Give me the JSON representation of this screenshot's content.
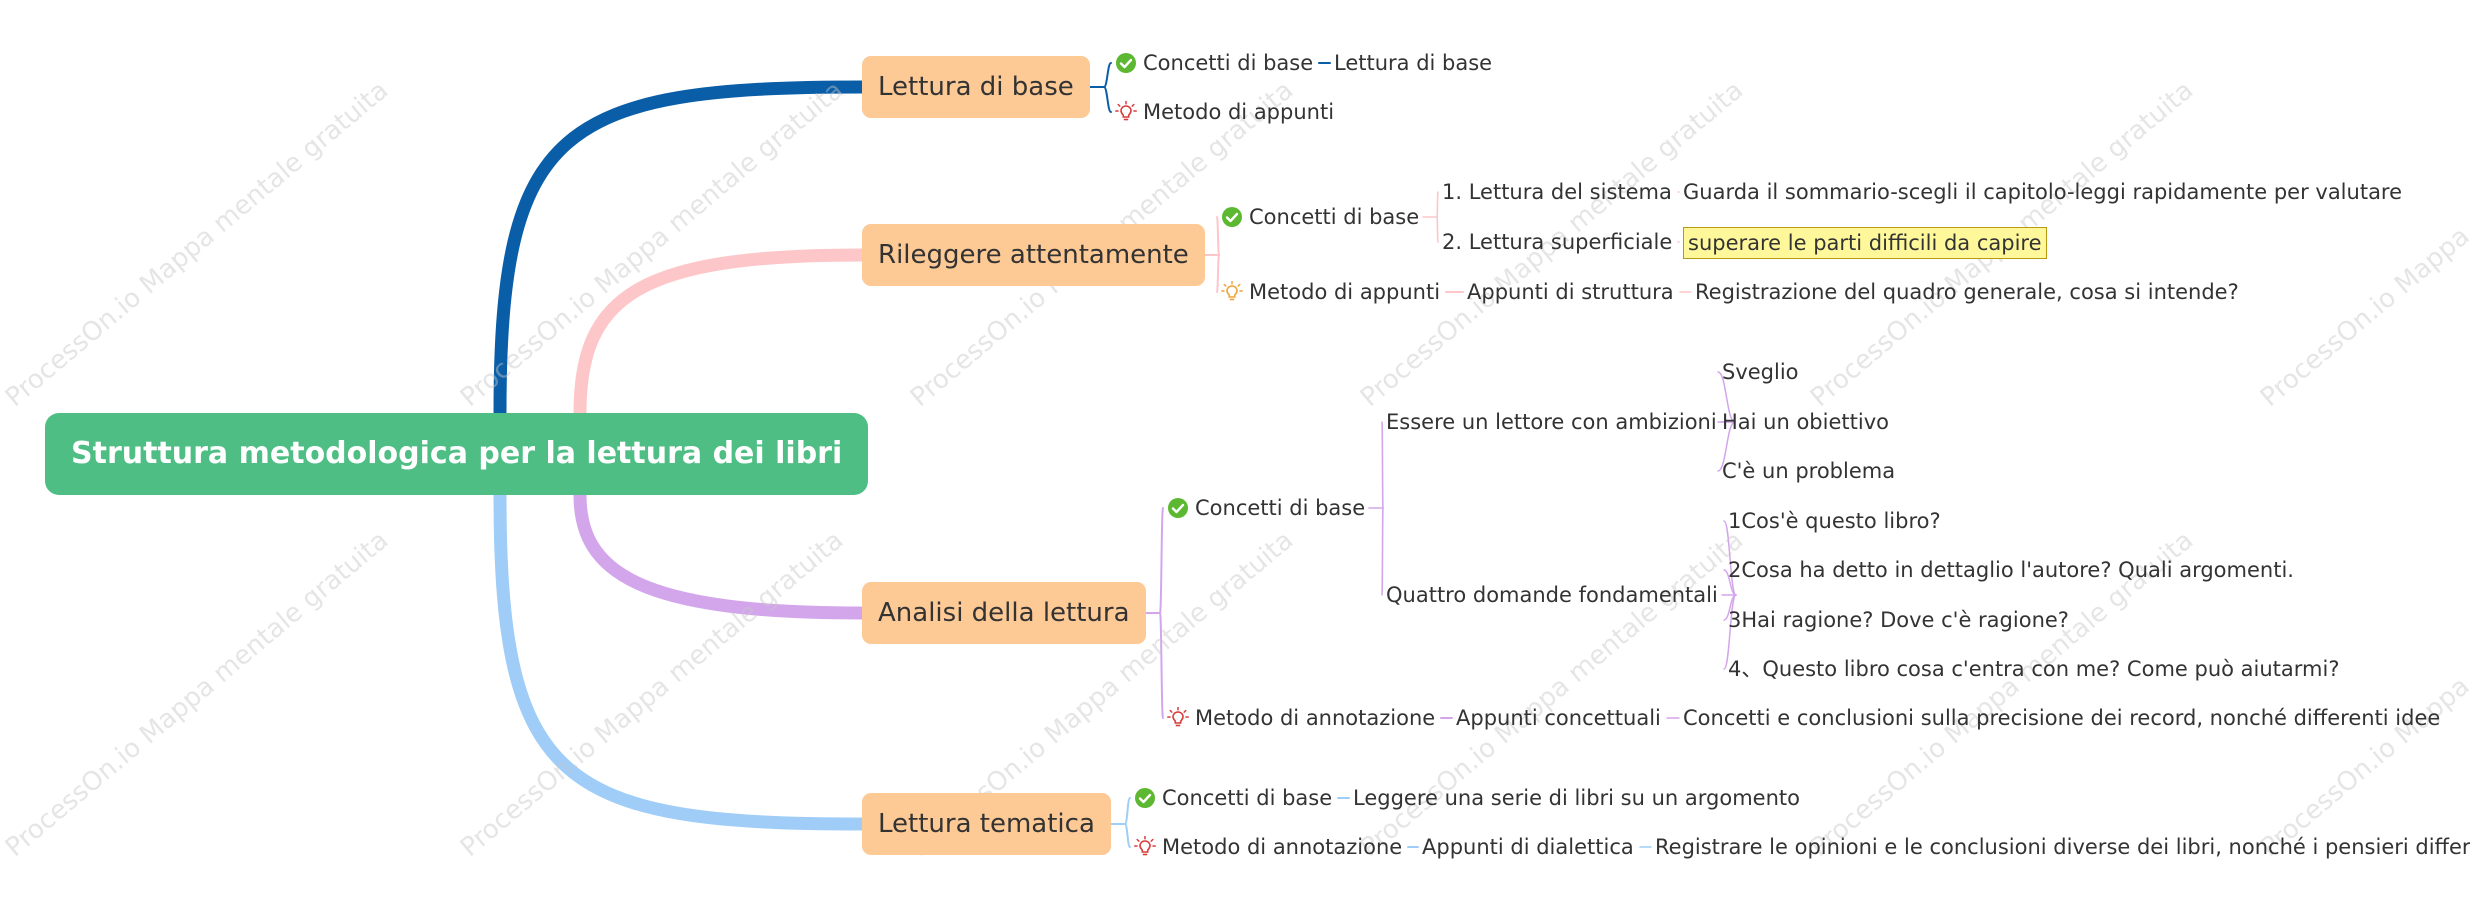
{
  "root": {
    "label": "Struttura metodologica per la lettura dei libri"
  },
  "colors": {
    "root_fill": "#4fbe85",
    "main_fill": "#fdc995",
    "branch_blue": "#0a5ea8",
    "branch_pink": "#fdc6c8",
    "branch_purple": "#d3a6ec",
    "branch_light_blue": "#9fcdf7",
    "highlight": "#fff89a",
    "check_icon": "#5cb831",
    "bulb_icon_red": "#d83b3b",
    "bulb_icon_orange": "#f0a33a"
  },
  "icons": {
    "check": "check-circle-icon",
    "bulb": "lightbulb-icon"
  },
  "branches": [
    {
      "label": "Lettura di base",
      "children": [
        {
          "label": "Concetti di base",
          "icon": "check",
          "children": [
            {
              "label": "Lettura di base"
            }
          ]
        },
        {
          "label": "Metodo di appunti",
          "icon": "bulb"
        }
      ]
    },
    {
      "label": "Rileggere attentamente",
      "children": [
        {
          "label": "Concetti di base",
          "icon": "check",
          "children": [
            {
              "label": "1. Lettura del sistema",
              "children": [
                {
                  "label": "Guarda il sommario-scegli il capitolo-leggi rapidamente per valutare"
                }
              ]
            },
            {
              "label": "2. Lettura superficiale",
              "children": [
                {
                  "label": "superare le parti difficili da capire",
                  "highlighted": true
                }
              ]
            }
          ]
        },
        {
          "label": "Metodo di appunti",
          "icon": "bulb",
          "children": [
            {
              "label": "Appunti di struttura",
              "children": [
                {
                  "label": "Registrazione del quadro generale, cosa si intende?"
                }
              ]
            }
          ]
        }
      ]
    },
    {
      "label": "Analisi della lettura",
      "children": [
        {
          "label": "Concetti di base",
          "icon": "check",
          "children": [
            {
              "label": "Essere un lettore con ambizioni",
              "children": [
                {
                  "label": "Sveglio"
                },
                {
                  "label": "Hai un obiettivo"
                },
                {
                  "label": "C'è un problema"
                }
              ]
            },
            {
              "label": "Quattro domande fondamentali",
              "children": [
                {
                  "label": "1Cos'è questo libro?"
                },
                {
                  "label": "2Cosa ha detto in dettaglio l'autore? Quali argomenti."
                },
                {
                  "label": "3Hai ragione? Dove c'è ragione?"
                },
                {
                  "label": "4、Questo libro cosa c'entra con me? Come può aiutarmi?"
                }
              ]
            }
          ]
        },
        {
          "label": "Metodo di annotazione",
          "icon": "bulb",
          "children": [
            {
              "label": "Appunti concettuali",
              "children": [
                {
                  "label": "Concetti e conclusioni sulla precisione dei record, nonché differenti idee"
                }
              ]
            }
          ]
        }
      ]
    },
    {
      "label": "Lettura tematica",
      "children": [
        {
          "label": "Concetti di base",
          "icon": "check",
          "children": [
            {
              "label": "Leggere una serie di libri su un argomento"
            }
          ]
        },
        {
          "label": "Metodo di annotazione",
          "icon": "bulb",
          "children": [
            {
              "label": "Appunti di dialettica",
              "children": [
                {
                  "label": "Registrare le opinioni e le conclusioni diverse dei libri, nonché i pensieri differenti."
                }
              ]
            }
          ]
        }
      ]
    }
  ],
  "watermark": "ProcessOn.io Mappa mentale gratuita"
}
